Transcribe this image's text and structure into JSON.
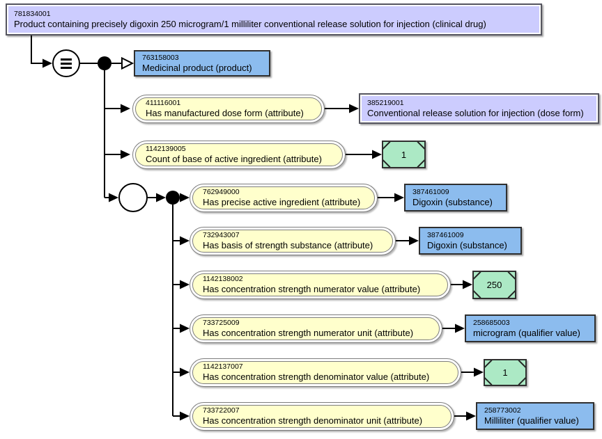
{
  "diagram": {
    "type": "snomed-concept-definition",
    "root": {
      "id": "781834001",
      "label": "Product containing precisely digoxin 250 microgram/1 milliliter conventional release solution for injection (clinical drug)"
    },
    "definition_status": "equivalent",
    "isa": {
      "id": "763158003",
      "label": "Medicinal product (product)"
    },
    "attributes": [
      {
        "id": "411116001",
        "label": "Has manufactured dose form (attribute)",
        "target": {
          "id": "385219001",
          "label": "Conventional release solution for injection (dose form)"
        }
      },
      {
        "id": "1142139005",
        "label": "Count of base of active ingredient (attribute)",
        "value": "1"
      }
    ],
    "role_group": {
      "attributes": [
        {
          "id": "762949000",
          "label": "Has precise active ingredient (attribute)",
          "target": {
            "id": "387461009",
            "label": "Digoxin (substance)"
          }
        },
        {
          "id": "732943007",
          "label": "Has basis of strength substance (attribute)",
          "target": {
            "id": "387461009",
            "label": "Digoxin (substance)"
          }
        },
        {
          "id": "1142138002",
          "label": "Has concentration strength numerator value (attribute)",
          "value": "250"
        },
        {
          "id": "733725009",
          "label": "Has concentration strength numerator unit (attribute)",
          "target": {
            "id": "258685003",
            "label": "microgram (qualifier value)"
          }
        },
        {
          "id": "1142137007",
          "label": "Has concentration strength denominator value (attribute)",
          "value": "1"
        },
        {
          "id": "733722007",
          "label": "Has concentration strength denominator unit (attribute)",
          "target": {
            "id": "258773002",
            "label": "Milliliter (qualifier value)"
          }
        }
      ]
    }
  },
  "colors": {
    "defined_concept_fill": "#ccccfe",
    "primitive_concept_fill": "#8cbcee",
    "attribute_fill": "#ffffcc",
    "concrete_value_fill": "#ace9c5",
    "line": "#000000"
  }
}
